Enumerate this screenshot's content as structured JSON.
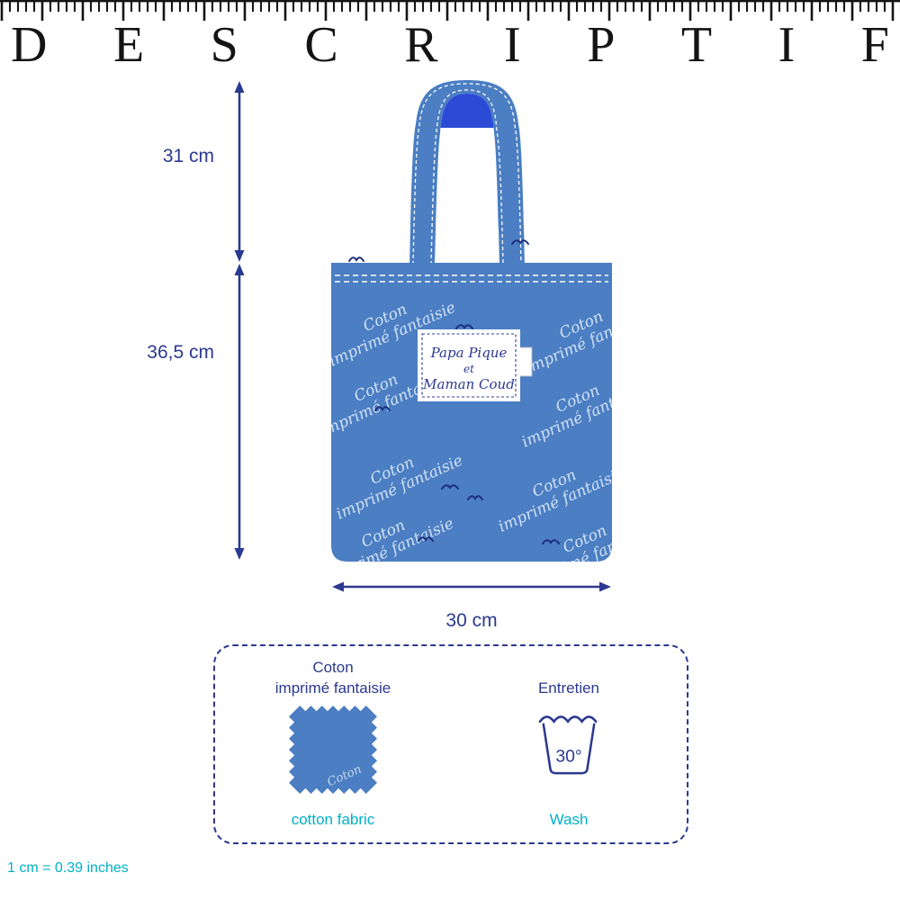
{
  "title": {
    "word": "DESCRIPTIF",
    "letters": [
      "D",
      "E",
      "S",
      "C",
      "R",
      "I",
      "P",
      "T",
      "I",
      "F"
    ]
  },
  "dimensions": {
    "handle_height": "31 cm",
    "body_height": "36,5 cm",
    "width": "30 cm"
  },
  "bag": {
    "pattern": {
      "line1": "Coton",
      "line2": "imprimé fantaisie"
    },
    "label": {
      "line1": "Papa Pique",
      "line2": "et",
      "line3": "Maman Coud"
    }
  },
  "info_box": {
    "fabric": {
      "title_line1": "Coton",
      "title_line2": "imprimé fantaisie",
      "swatch_text": "Coton",
      "caption": "cotton fabric"
    },
    "care": {
      "title": "Entretien",
      "temperature": "30°",
      "caption": "Wash"
    }
  },
  "footer": {
    "conversion": "1 cm = 0.39 inches"
  },
  "colors": {
    "navy": "#2b3990",
    "bag_blue": "#4b7ec2",
    "handle_blue": "#2b4bd7",
    "cyan": "#00b0c8",
    "pattern_text": "#d9e7f8",
    "bird_navy": "#1d2e7b"
  }
}
